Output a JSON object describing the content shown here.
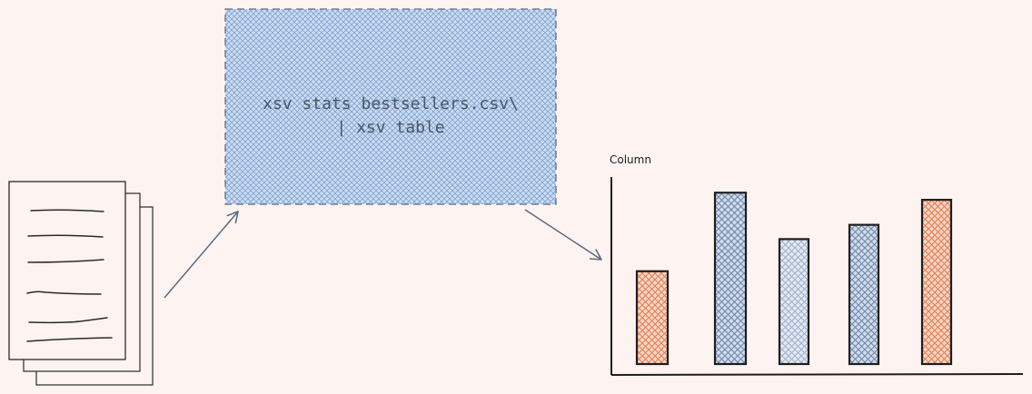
{
  "command": {
    "line1": "xsv stats bestsellers.csv\\",
    "line2": "| xsv table"
  },
  "chart_data": {
    "type": "bar",
    "ylabel": "Column",
    "values": [
      2.6,
      4.8,
      3.5,
      3.9,
      4.6
    ],
    "ylim": [
      0,
      5.9
    ],
    "fill_colors": [
      "#e9916a",
      "#a5b9d6",
      "#c9d2e4",
      "#a5b9d6",
      "#e9916a"
    ]
  },
  "colors": {
    "background": "#fdf4f2",
    "command_box": "#a5c4e8",
    "stroke": "#1e1e1e",
    "arrow": "#5c6b80",
    "text": "#4b5766"
  }
}
